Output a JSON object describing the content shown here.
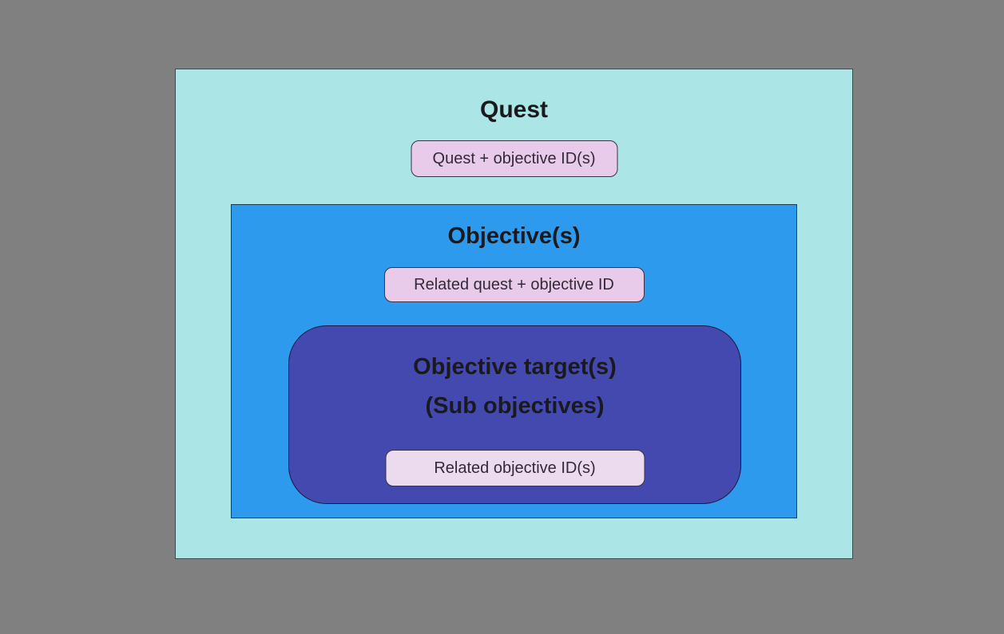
{
  "diagram": {
    "quest": {
      "title": "Quest",
      "badge": "Quest + objective ID(s)"
    },
    "objective": {
      "title": "Objective(s)",
      "badge": "Related quest + objective ID"
    },
    "target": {
      "title_line1": "Objective target(s)",
      "title_line2": "(Sub objectives)",
      "badge": "Related objective ID(s)"
    }
  },
  "colors": {
    "background": "#808080",
    "quest_fill": "#ace5e6",
    "quest_border": "#3a4d53",
    "objective_fill": "#2d9aed",
    "objective_border": "#1c3a52",
    "target_fill": "#4349af",
    "target_border": "#1a1a40",
    "badge_fill": "#e8cbea",
    "badge_fill_light": "#ecdaee",
    "badge_border": "#3b3244",
    "title_text": "#1a1a1e",
    "badge_text": "#332a38"
  }
}
